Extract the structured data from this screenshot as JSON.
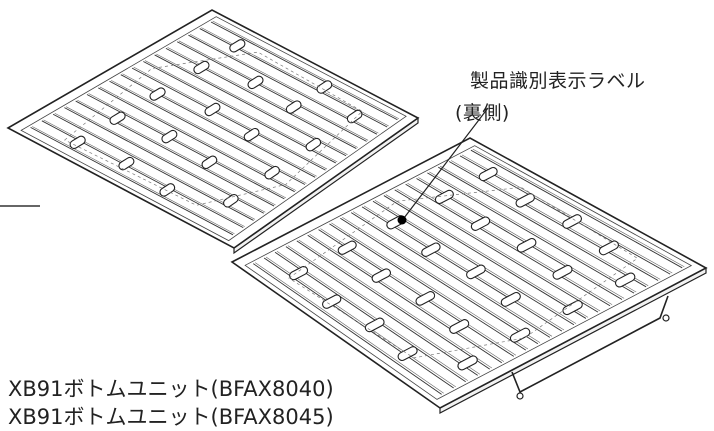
{
  "callout": {
    "label": "製品識別表示ラベル",
    "sublabel": "(裏側)"
  },
  "models": [
    "XB91ボトムユニット(BFAX8040)",
    "XB91ボトムユニット(BFAX8045)"
  ]
}
